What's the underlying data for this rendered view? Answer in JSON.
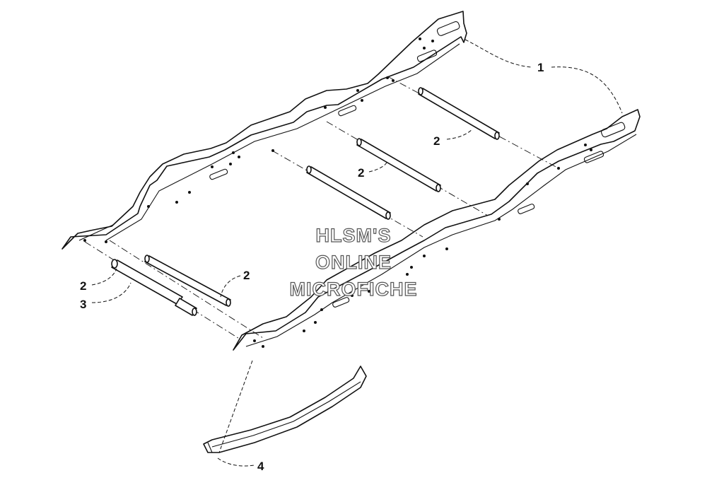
{
  "callouts": {
    "c1": "1",
    "c2a": "2",
    "c2b": "2",
    "c2c": "2",
    "c2d": "2",
    "c3": "3",
    "c4": "4"
  },
  "watermark": {
    "line1": "HLSM'S",
    "line2": "ONLINE",
    "line3": "MICROFICHE"
  }
}
